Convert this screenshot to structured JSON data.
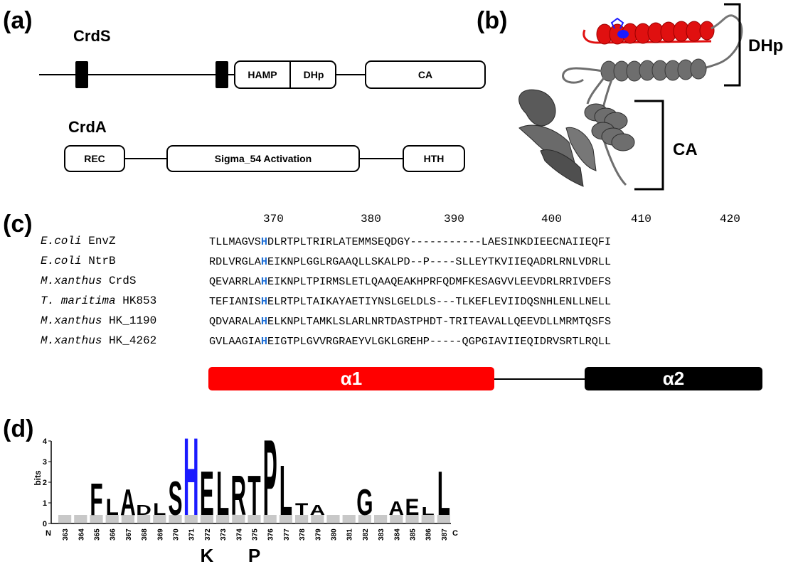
{
  "panels": {
    "a": "(a)",
    "b": "(b)",
    "c": "(c)",
    "d": "(d)"
  },
  "panel_a": {
    "crds": {
      "name": "CrdS",
      "domains": [
        "HAMP",
        "DHp",
        "CA"
      ]
    },
    "crda": {
      "name": "CrdA",
      "domains": [
        "REC",
        "Sigma_54 Activation",
        "HTH"
      ]
    }
  },
  "panel_b": {
    "bracket_dhp": "DHp",
    "bracket_ca": "CA",
    "colors": {
      "helix_red": "#e01010",
      "body_gray": "#6e6e6e",
      "his_blue": "#1a1aff"
    }
  },
  "panel_c": {
    "positions": [
      "370",
      "380",
      "390",
      "400",
      "410",
      "420"
    ],
    "rows": [
      {
        "species": "E.coli",
        "protein": "EnvZ",
        "pre": "TLLMAGVS",
        "his": "H",
        "post": "DLRTPLTRIRLATEMMSEQDGY-----------LAESINKDIEECNAIIEQFI"
      },
      {
        "species": "E.coli",
        "protein": "NtrB",
        "pre": "RDLVRGLA",
        "his": "H",
        "post": "EIKNPLGGLRGAAQLLSKALPD--P----SLLEYTKVIIEQADRLRNLVDRLL"
      },
      {
        "species": "M.xanthus",
        "protein": "CrdS",
        "pre": "QEVARRLA",
        "his": "H",
        "post": "EIKNPLTPIRMSLETLQAAQEAKHPRFQDMFKESAGVVLEEVDRLRRIVDEFS"
      },
      {
        "species": "T. maritima",
        "protein": "HK853",
        "pre": "TEFIANIS",
        "his": "H",
        "post": "ELRTPLTAIKAYAETIYNSLGELDLS---TLKEFLEVIIDQSNHLENLLNELL"
      },
      {
        "species": "M.xanthus",
        "protein": "HK_1190",
        "pre": "QDVARALA",
        "his": "H",
        "post": "ELKNPLTAMKLSLARLNRTDASTPHDT-TRITEAVALLQEEVDLLMRMTQSFS"
      },
      {
        "species": "M.xanthus",
        "protein": "HK_4262",
        "pre": "GVLAAGIA",
        "his": "H",
        "post": "EIGTPLGVVRGRAEYVLGKLGREHP-----QGPGIAVIIEQIDRVSRTLRQLL"
      }
    ],
    "helix1": "α1",
    "helix2": "α2",
    "colors": {
      "helix1": "#ff0000",
      "helix2": "#000000",
      "his": "#1f6fd6"
    }
  },
  "panel_d": {
    "ylabel": "bits",
    "yticks": [
      "0",
      "1",
      "2",
      "3",
      "4"
    ],
    "n_label": "N",
    "c_label": "C",
    "positions": [
      "363",
      "364",
      "365",
      "366",
      "367",
      "368",
      "369",
      "370",
      "371",
      "372",
      "373",
      "374",
      "375",
      "376",
      "377",
      "378",
      "379",
      "380",
      "381",
      "382",
      "383",
      "384",
      "385",
      "386",
      "387"
    ],
    "big_letters": [
      {
        "pos": "365",
        "letter": "F",
        "bits": 1.6
      },
      {
        "pos": "366",
        "letter": "L",
        "bits": 0.8
      },
      {
        "pos": "367",
        "letter": "A",
        "bits": 1.3
      },
      {
        "pos": "368",
        "letter": "D",
        "bits": 0.5
      },
      {
        "pos": "369",
        "letter": "L",
        "bits": 0.6
      },
      {
        "pos": "370",
        "letter": "S",
        "bits": 1.7
      },
      {
        "pos": "371",
        "letter": "H",
        "bits": 3.9
      },
      {
        "pos": "372",
        "letter": "E",
        "bits": 2.2
      },
      {
        "pos": "373",
        "letter": "L",
        "bits": 2.2
      },
      {
        "pos": "374",
        "letter": "R",
        "bits": 2.0
      },
      {
        "pos": "375",
        "letter": "T",
        "bits": 2.0
      },
      {
        "pos": "376",
        "letter": "P",
        "bits": 3.8
      },
      {
        "pos": "377",
        "letter": "L",
        "bits": 2.5
      },
      {
        "pos": "378",
        "letter": "T",
        "bits": 0.6
      },
      {
        "pos": "379",
        "letter": "A",
        "bits": 0.5
      },
      {
        "pos": "382",
        "letter": "G",
        "bits": 1.3
      },
      {
        "pos": "384",
        "letter": "A",
        "bits": 0.7
      },
      {
        "pos": "385",
        "letter": "E",
        "bits": 0.8
      },
      {
        "pos": "386",
        "letter": "L",
        "bits": 0.4
      },
      {
        "pos": "387",
        "letter": "L",
        "bits": 2.2
      }
    ],
    "below_labels": [
      {
        "pos": "372",
        "text": "K"
      },
      {
        "pos": "375",
        "text": "P"
      }
    ]
  }
}
